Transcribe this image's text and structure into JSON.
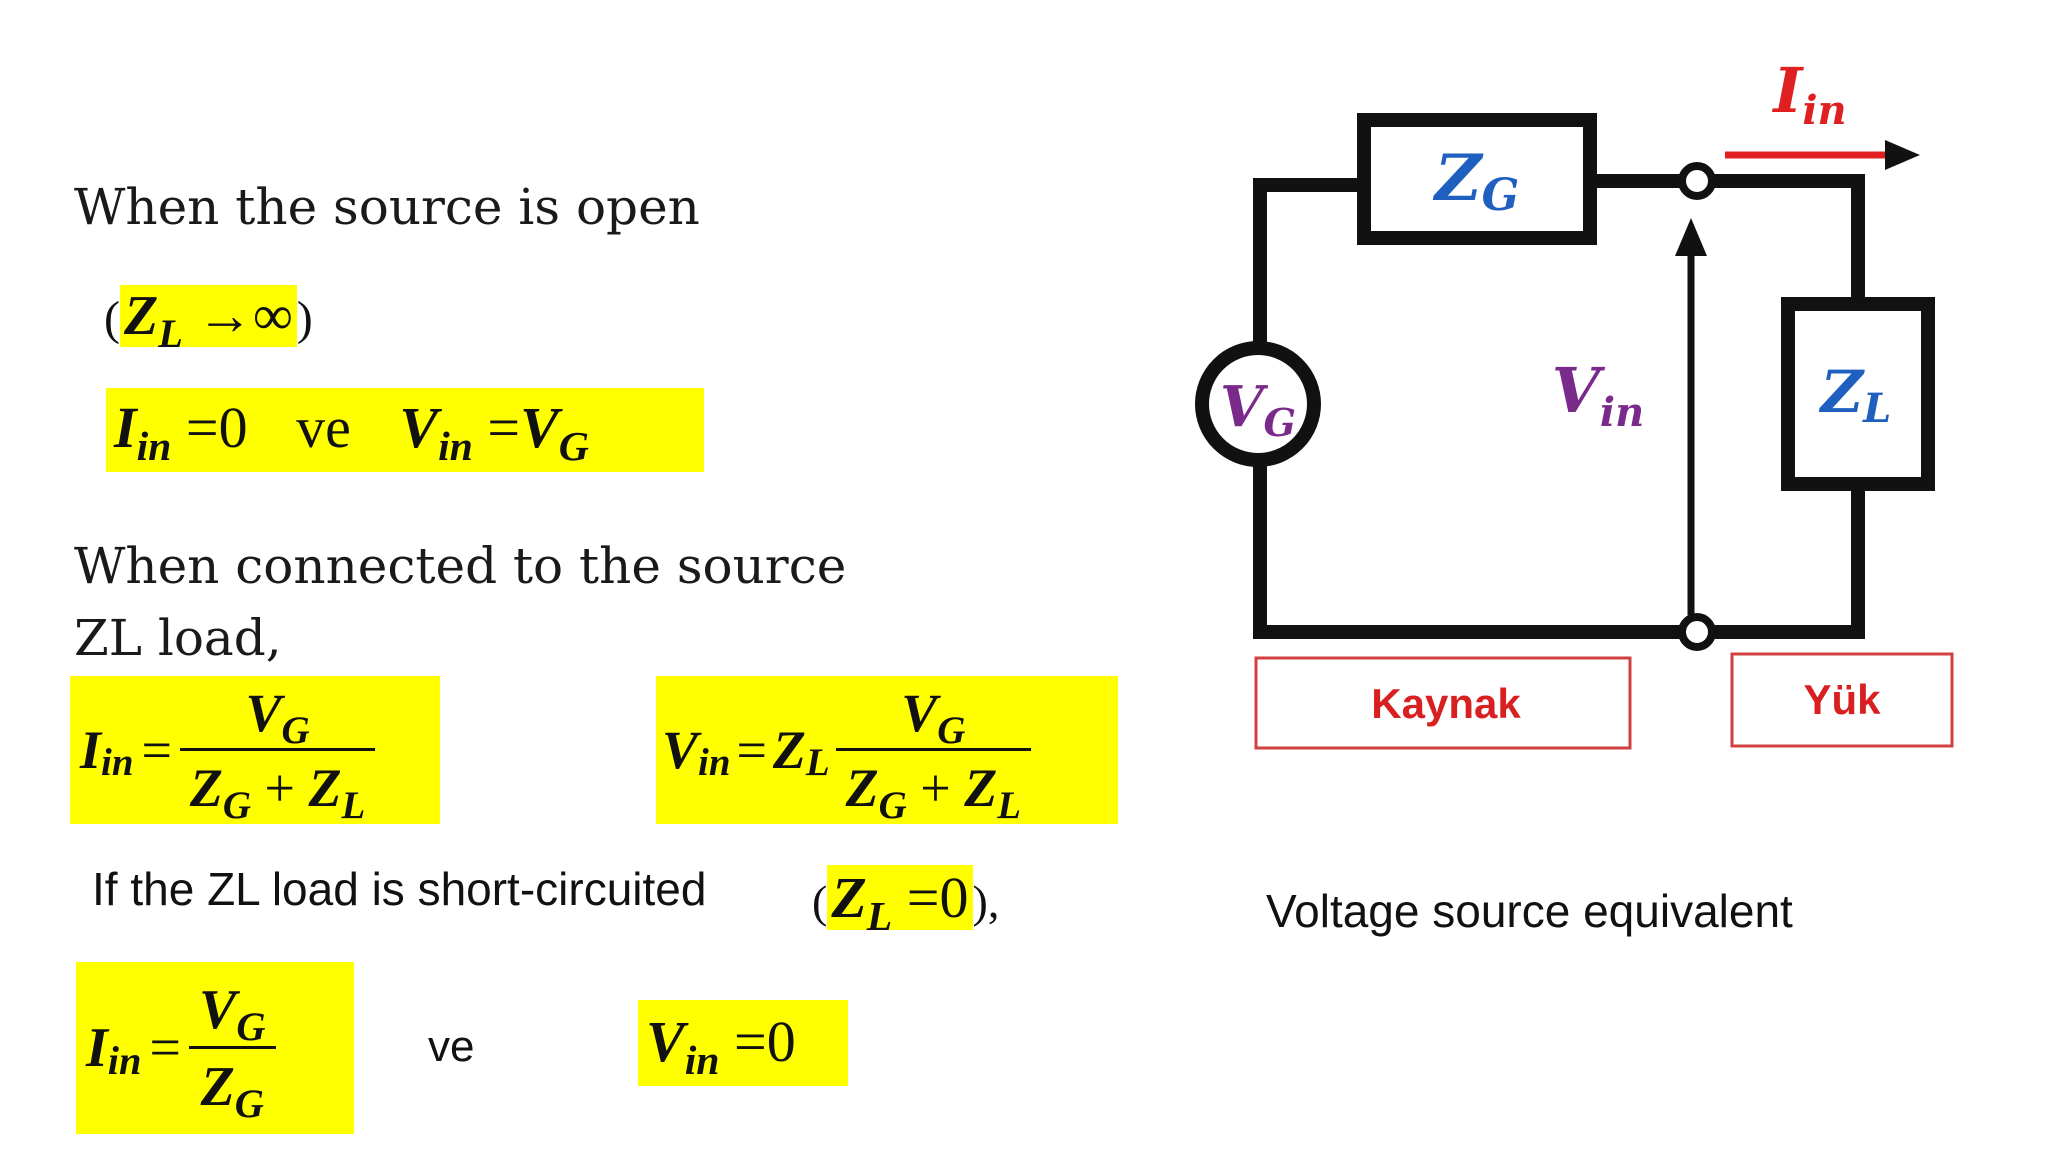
{
  "left": {
    "heading_open": "When the source is open",
    "heading_connected": "When connected to the source ZL load,",
    "heading_short": "If the ZL load is short-circuited",
    "ve_word": "ve",
    "comma": ","
  },
  "circuit": {
    "caption": "Voltage source equivalent",
    "label_source": "Kaynak",
    "label_load": "Yük",
    "colors": {
      "wire": "#111111",
      "zg_text": "#1f5fbf",
      "iin_text": "#e02020",
      "vin_text": "#7a2a8a",
      "box_border": "#d04040",
      "box_text": "#d82020",
      "highlight": "#ffff00"
    }
  }
}
